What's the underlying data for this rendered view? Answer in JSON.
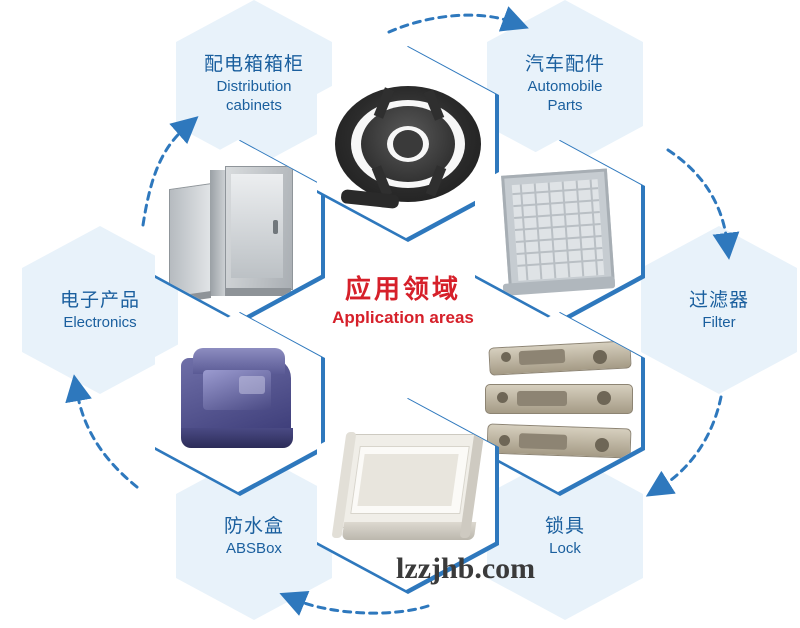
{
  "center": {
    "title_cn": "应用领域",
    "title_en": "Application areas",
    "color": "#d6202a"
  },
  "watermark": "lzzjhb.com",
  "theme": {
    "hex_fill": "#e8f2fa",
    "hex_border": "#2e78bd",
    "label_text": "#1a5f9e",
    "arrow_color": "#2e78bd"
  },
  "nodes": [
    {
      "id": "distribution-cabinets",
      "label_cn": "配电箱箱柜",
      "label_en_line1": "Distribution",
      "label_en_line2": "cabinets",
      "type": "label"
    },
    {
      "id": "automobile-parts",
      "label_cn": "汽车配件",
      "label_en_line1": "Automobile",
      "label_en_line2": "Parts",
      "type": "label"
    },
    {
      "id": "filter",
      "label_cn": "过滤器",
      "label_en_line1": "Filter",
      "label_en_line2": "",
      "type": "label"
    },
    {
      "id": "lock",
      "label_cn": "锁具",
      "label_en_line1": "Lock",
      "label_en_line2": "",
      "type": "label"
    },
    {
      "id": "absbox",
      "label_cn": "防水盒",
      "label_en_line1": "ABSBox",
      "label_en_line2": "",
      "type": "label"
    },
    {
      "id": "electronics",
      "label_cn": "电子产品",
      "label_en_line1": "Electronics",
      "label_en_line2": "",
      "type": "label"
    }
  ],
  "photos": [
    {
      "id": "photo-cabinet",
      "alt": "metal distribution cabinet with open door"
    },
    {
      "id": "photo-fan-housing",
      "alt": "black automotive fan housing ring"
    },
    {
      "id": "photo-filter",
      "alt": "metal mesh filter frame"
    },
    {
      "id": "photo-lock-bars",
      "alt": "three metal lock body castings"
    },
    {
      "id": "photo-abs-box",
      "alt": "white waterproof ABS enclosure"
    },
    {
      "id": "photo-electronics",
      "alt": "blue-purple electronic housing part"
    }
  ]
}
